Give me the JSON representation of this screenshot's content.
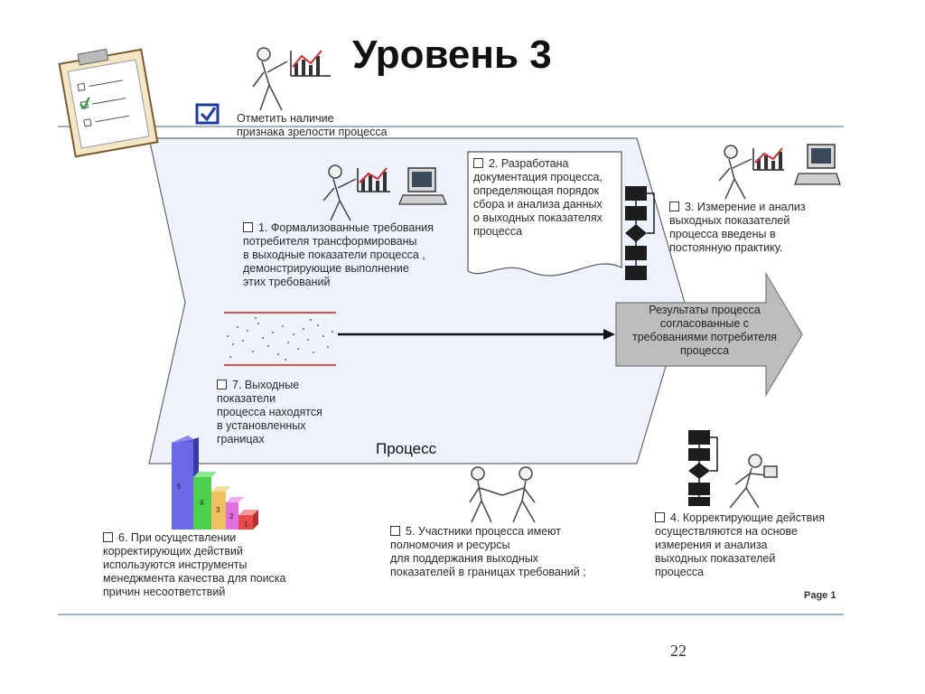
{
  "title": "Уровень 3",
  "header_check_label": [
    "Отметить наличие",
    "признака зрелости процесса"
  ],
  "process_label": "Процесс",
  "result_text": [
    "Результаты процесса",
    "согласованные с",
    "требованиями потребителя",
    "процесса"
  ],
  "items": {
    "i1": [
      "1. Формализованные требования",
      "потребителя трансформированы",
      "в выходные показатели процесса  ,",
      "демонстрирующие выполнение",
      "этих требований"
    ],
    "i2": [
      "2. Разработана",
      "документация процесса,",
      "определяющая порядок",
      "сбора и анализа данных",
      "о выходных показателях",
      "процесса"
    ],
    "i3": [
      "3. Измерение и анализ",
      "выходных показателей",
      "процесса введены в",
      "постоянную практику."
    ],
    "i4": [
      "4. Корректирующие действия",
      "осуществляются на основе",
      "измерения и анализа",
      "выходных показателей",
      "процесса"
    ],
    "i5": [
      "5. Участники процесса имеют",
      "полномочия и ресурсы",
      "для поддержания выходных",
      "показателей в границах требований ;"
    ],
    "i6": [
      "6. При осуществлении",
      "корректирующих действий",
      "используются  инструменты",
      "менеджмента качества  для поиска",
      "причин несоответствий"
    ],
    "i7": [
      "7. Выходные",
      "показатели",
      "процесса находятся",
      "в установленных",
      "границах"
    ]
  },
  "pareto_labels": [
    "1",
    "2",
    "3",
    "4",
    "5"
  ],
  "page_label": "Page 1",
  "page_number": "22",
  "colors": {
    "rule": "#9fb4d4",
    "process_fill": "#eef2fa",
    "result_arrow": "#bdbdbd",
    "limit_line": "#e23a3a",
    "check_blue": "#1b3aa5"
  },
  "icons": [
    "clipboard-icon",
    "figure-chart-icon",
    "computer-icon",
    "flowchart-icon",
    "handshake-icon",
    "running-figure-icon",
    "pareto-chart-icon",
    "checkbox-checked-icon",
    "document-icon"
  ]
}
